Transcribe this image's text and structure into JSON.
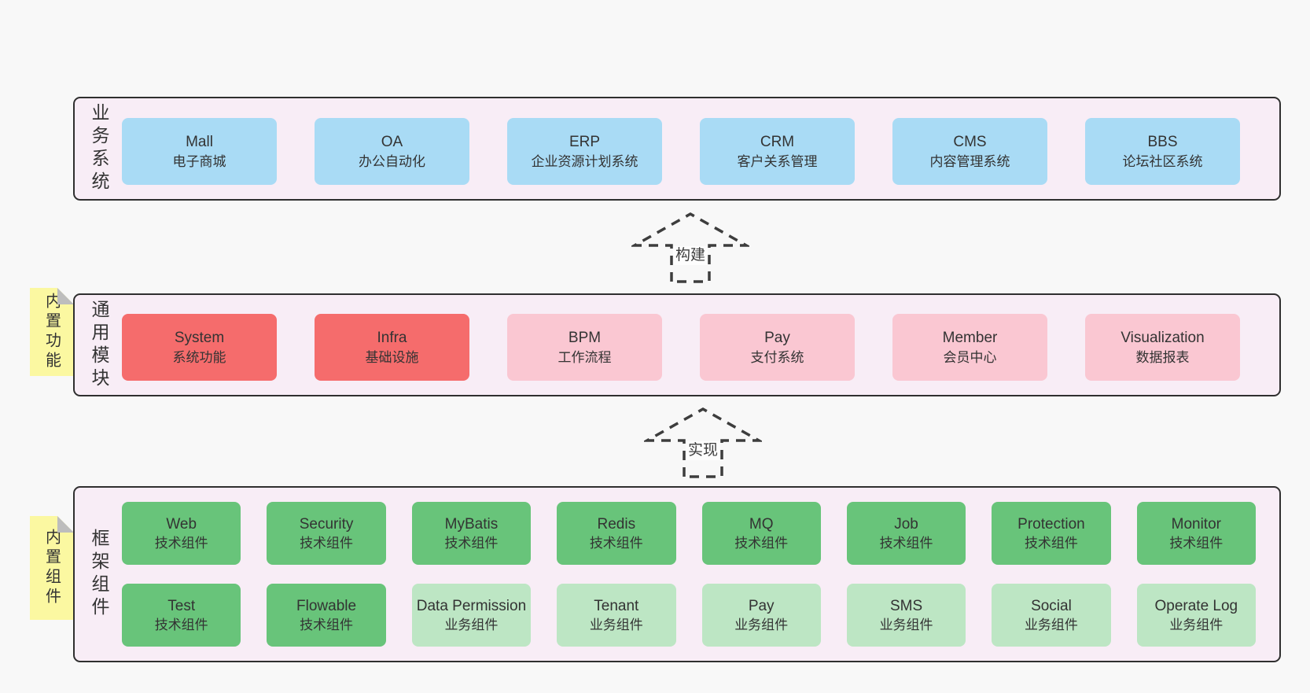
{
  "layers": {
    "business": {
      "side_label": "业务系统",
      "boxes": [
        {
          "name": "Mall",
          "desc": "电子商城",
          "type": "blue"
        },
        {
          "name": "OA",
          "desc": "办公自动化",
          "type": "blue"
        },
        {
          "name": "ERP",
          "desc": "企业资源计划系统",
          "type": "blue"
        },
        {
          "name": "CRM",
          "desc": "客户关系管理",
          "type": "blue"
        },
        {
          "name": "CMS",
          "desc": "内容管理系统",
          "type": "blue"
        },
        {
          "name": "BBS",
          "desc": "论坛社区系统",
          "type": "blue"
        }
      ]
    },
    "modules": {
      "side_label": "通用模块",
      "tab_label": "内置功能",
      "boxes": [
        {
          "name": "System",
          "desc": "系统功能",
          "type": "red"
        },
        {
          "name": "Infra",
          "desc": "基础设施",
          "type": "red"
        },
        {
          "name": "BPM",
          "desc": "工作流程",
          "type": "pink"
        },
        {
          "name": "Pay",
          "desc": "支付系统",
          "type": "pink"
        },
        {
          "name": "Member",
          "desc": "会员中心",
          "type": "pink"
        },
        {
          "name": "Visualization",
          "desc": "数据报表",
          "type": "pink"
        }
      ]
    },
    "framework": {
      "side_label": "框架组件",
      "tab_label": "内置组件",
      "rows": [
        [
          {
            "name": "Web",
            "desc": "技术组件",
            "type": "green"
          },
          {
            "name": "Security",
            "desc": "技术组件",
            "type": "green"
          },
          {
            "name": "MyBatis",
            "desc": "技术组件",
            "type": "green"
          },
          {
            "name": "Redis",
            "desc": "技术组件",
            "type": "green"
          },
          {
            "name": "MQ",
            "desc": "技术组件",
            "type": "green"
          },
          {
            "name": "Job",
            "desc": "技术组件",
            "type": "green"
          },
          {
            "name": "Protection",
            "desc": "技术组件",
            "type": "green"
          },
          {
            "name": "Monitor",
            "desc": "技术组件",
            "type": "green"
          }
        ],
        [
          {
            "name": "Test",
            "desc": "技术组件",
            "type": "green"
          },
          {
            "name": "Flowable",
            "desc": "技术组件",
            "type": "green"
          },
          {
            "name": "Data Permission",
            "desc": "业务组件",
            "type": "light_green"
          },
          {
            "name": "Tenant",
            "desc": "业务组件",
            "type": "light_green"
          },
          {
            "name": "Pay",
            "desc": "业务组件",
            "type": "light_green"
          },
          {
            "name": "SMS",
            "desc": "业务组件",
            "type": "light_green"
          },
          {
            "name": "Social",
            "desc": "业务组件",
            "type": "light_green"
          },
          {
            "name": "Operate Log",
            "desc": "业务组件",
            "type": "light_green"
          }
        ]
      ]
    }
  },
  "arrows": {
    "build": {
      "label": "构建"
    },
    "implement": {
      "label": "实现"
    }
  },
  "colors": {
    "blue": "#a9dbf5",
    "red": "#f56c6c",
    "pink": "#fac7d2",
    "green": "#68c47a",
    "light_green": "#bde6c4",
    "panel": "#f8edf6",
    "tab_yellow": "#fbf8a1",
    "fold_gray": "#bdbdbd",
    "border": "#2f2f2f",
    "background": "#f8f8f8"
  }
}
